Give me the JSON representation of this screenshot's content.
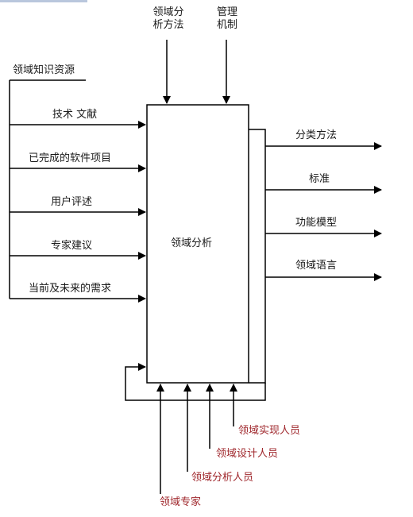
{
  "diagram": {
    "process": "领域分析",
    "controls": [
      "领域分\n析方法",
      "管理\n机制"
    ],
    "input_group": "领域知识资源",
    "inputs": [
      "技术 文献",
      "已完成的软件项目",
      "用户评述",
      "专家建议",
      "当前及未来的需求"
    ],
    "outputs": [
      "分类方法",
      "标准",
      "功能模型",
      "领域语言"
    ],
    "mechanisms": [
      "领域实现人员",
      "领域设计人员",
      "领域分析人员",
      "领域专家"
    ],
    "colors": {
      "line": "#000000",
      "text": "#1a1a1a",
      "mechanism_text": "#a0282d"
    }
  }
}
